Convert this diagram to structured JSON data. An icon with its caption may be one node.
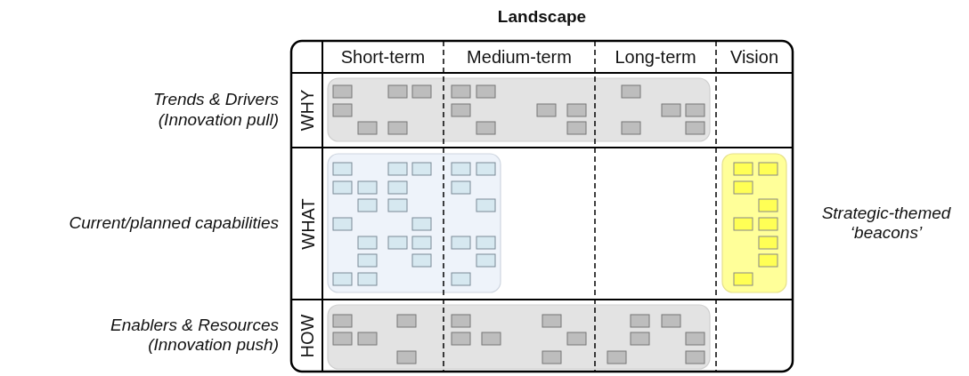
{
  "diagram": {
    "title": "Landscape",
    "labels": [
      "Short-term",
      "Medium-term",
      "Long-term",
      "Vision",
      "Trends & Drivers (Innovation pull)",
      "WHY",
      "Current/planned capabilities",
      "WHAT",
      "Strategic-themed ‘beacons’",
      "Enablers & Resources (Innovation push)",
      "HOW"
    ]
  }
}
